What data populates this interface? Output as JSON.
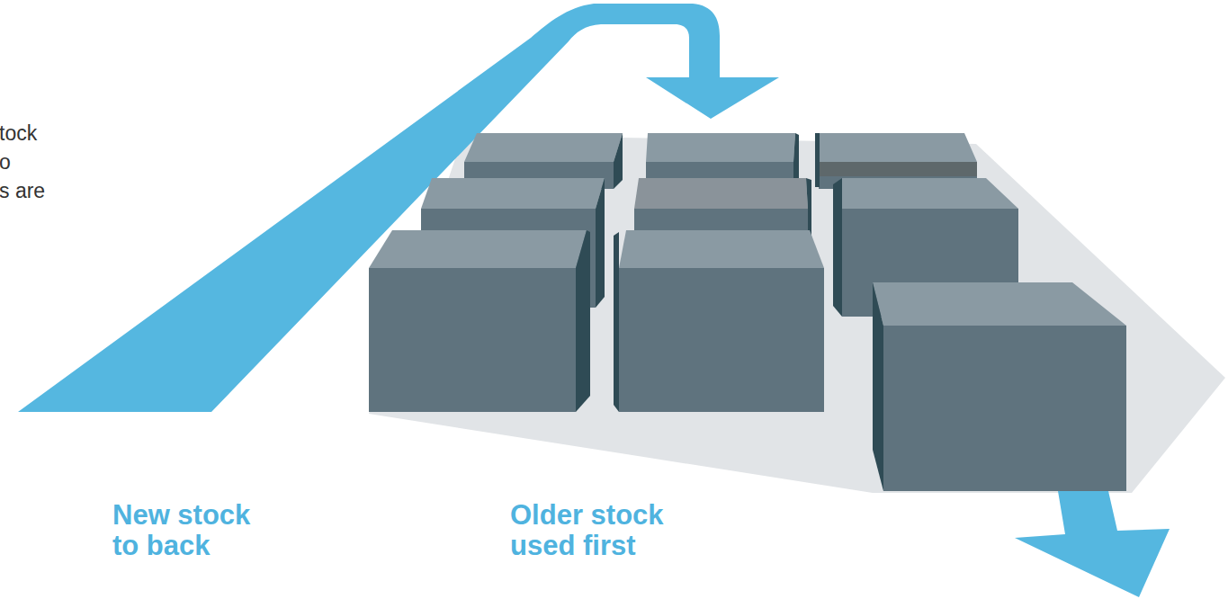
{
  "diagram": {
    "labels": [
      "tock",
      "o",
      "s are",
      "New stock to back",
      "Older stock used first"
    ]
  }
}
